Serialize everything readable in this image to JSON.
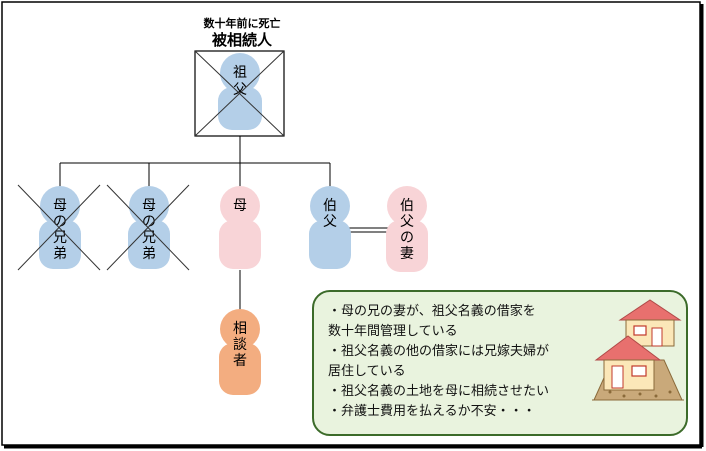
{
  "header": {
    "note": "数十年前に死亡",
    "title": "被相続人"
  },
  "people": {
    "grandfather": {
      "label": [
        "祖",
        "父"
      ]
    },
    "uncle_mother_side_1": {
      "label": [
        "母",
        "の",
        "兄",
        "弟"
      ]
    },
    "uncle_mother_side_2": {
      "label": [
        "母",
        "の",
        "兄",
        "弟"
      ]
    },
    "mother": {
      "label": [
        "母"
      ]
    },
    "uncle_elder": {
      "label": [
        "伯",
        "父"
      ]
    },
    "uncle_wife": {
      "label": [
        "伯",
        "父",
        "の",
        "妻"
      ]
    },
    "client": {
      "label": [
        "相",
        "談",
        "者"
      ]
    }
  },
  "notes": [
    "・母の兄の妻が、祖父名義の借家を",
    "数十年間管理している",
    "・祖父名義の他の借家には兄嫁夫婦が",
    "居住している",
    "・祖父名義の土地を母に相続させたい",
    "・弁護士費用を払えるか不安・・・"
  ],
  "colors": {
    "blue": "#b4cfe8",
    "pink": "#f8d4d7",
    "orange": "#f3ad80",
    "green_fill": "#e9f3de",
    "green_border": "#3c6b2a"
  }
}
